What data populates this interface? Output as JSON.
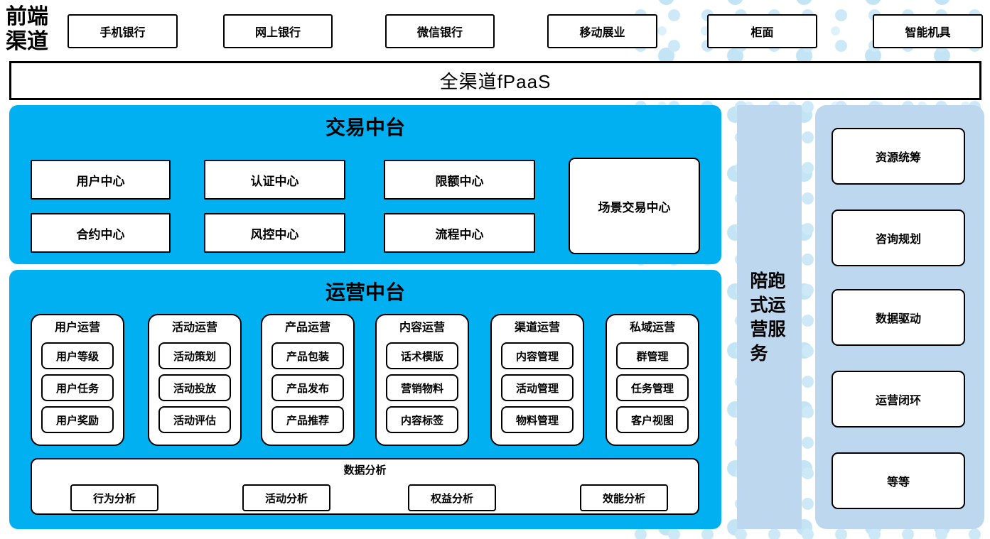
{
  "front_channels": {
    "label": "前端渠道",
    "items": [
      "手机银行",
      "网上银行",
      "微信银行",
      "移动展业",
      "柜面",
      "智能机具"
    ]
  },
  "fpaas": {
    "label": "全渠道fPaaS"
  },
  "trade_platform": {
    "title": "交易中台",
    "centers": [
      "用户中心",
      "认证中心",
      "限额中心",
      "合约中心",
      "风控中心",
      "流程中心"
    ],
    "scene_center": "场景交易中心"
  },
  "ops_platform": {
    "title": "运营中台",
    "columns": [
      {
        "header": "用户运营",
        "items": [
          "用户等级",
          "用户任务",
          "用户奖励"
        ]
      },
      {
        "header": "活动运营",
        "items": [
          "活动策划",
          "活动投放",
          "活动评估"
        ]
      },
      {
        "header": "产品运营",
        "items": [
          "产品包装",
          "产品发布",
          "产品推荐"
        ]
      },
      {
        "header": "内容运营",
        "items": [
          "话术模版",
          "营销物料",
          "内容标签"
        ]
      },
      {
        "header": "渠道运营",
        "items": [
          "内容管理",
          "活动管理",
          "物料管理"
        ]
      },
      {
        "header": "私域运营",
        "items": [
          "群管理",
          "任务管理",
          "客户视图"
        ]
      }
    ],
    "analysis": {
      "title": "数据分析",
      "items": [
        "行为分析",
        "活动分析",
        "权益分析",
        "效能分析"
      ]
    }
  },
  "side_service": {
    "label": "陪跑式运营服务"
  },
  "right_panel": {
    "items": [
      "资源统筹",
      "咨询规划",
      "数据驱动",
      "运营闭环",
      "等等"
    ]
  },
  "colors": {
    "accent_blue": "#00B0F0",
    "light_blue": "#BDD7EE",
    "dot_blue": "#CDE8F7"
  }
}
